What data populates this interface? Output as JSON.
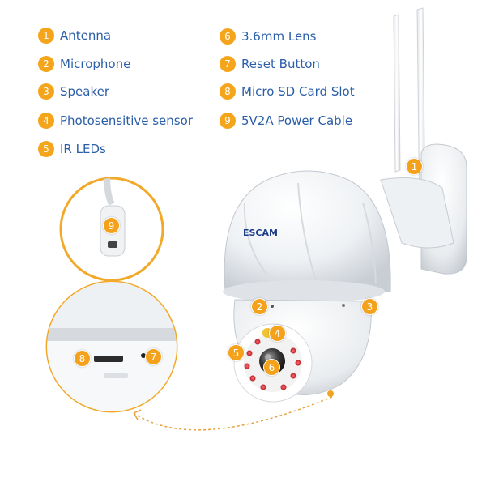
{
  "legend": [
    {
      "number": "1",
      "label": "Antenna"
    },
    {
      "number": "2",
      "label": "Microphone"
    },
    {
      "number": "3",
      "label": "Speaker"
    },
    {
      "number": "4",
      "label": "Photosensitive sensor"
    },
    {
      "number": "5",
      "label": "IR LEDs"
    },
    {
      "number": "6",
      "label": "3.6mm Lens"
    },
    {
      "number": "7",
      "label": "Reset Button"
    },
    {
      "number": "8",
      "label": "Micro SD Card Slot"
    },
    {
      "number": "9",
      "label": "5V2A Power Cable"
    }
  ],
  "brand": "ESCAM",
  "callouts": {
    "antenna": "1",
    "microphone": "2",
    "speaker": "3",
    "photosensitive_sensor": "4",
    "ir_leds": "5",
    "lens": "6",
    "reset_button": "7",
    "sd_slot": "8",
    "power_cable": "9"
  },
  "colors": {
    "accent_orange": "#f5a51c",
    "label_blue": "#2a5ea8",
    "camera_white": "#f3f5f7"
  }
}
